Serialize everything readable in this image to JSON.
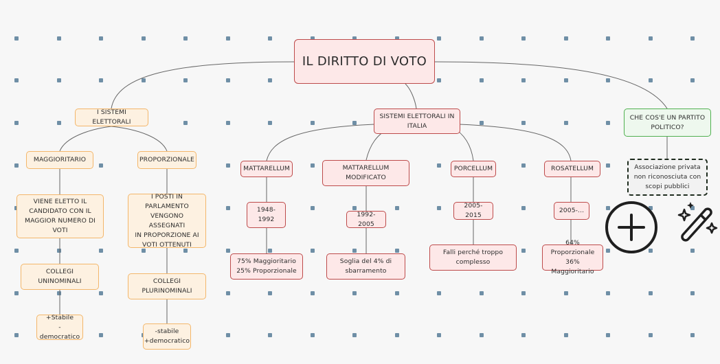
{
  "root": {
    "label": "IL DIRITTO DI VOTO"
  },
  "sistemi_elettorali": {
    "label": "I SISTEMI ELETTORALI",
    "maggioritario": {
      "label": "MAGGIORITARIO",
      "descrizione": "VIENE ELETTO IL\nCANDIDATO CON IL\nMAGGIOR NUMERO DI\nVOTI",
      "collegi": "COLLEGI\nUNINOMINALI",
      "note": "+Stabile\n-democratico"
    },
    "proporzionale": {
      "label": "PROPORZIONALE",
      "descrizione": "I POSTI IN\nPARLAMENTO\nVENGONO ASSEGNATI\nIN PROPORZIONE AI\nVOTI OTTENUTI",
      "collegi": "COLLEGI\nPLURINOMINALI",
      "note": "-stabile\n+democratico"
    }
  },
  "sistemi_italia": {
    "label": "SISTEMI ELETTORALI IN\nITALIA",
    "mattarellum": {
      "label": "MATTARELLUM",
      "anni": "1948-\n1992",
      "nota": "75% Maggioritario\n25% Proporzionale"
    },
    "mattarellum_modificato": {
      "label": "MATTARELLUM\nMODIFICATO",
      "anni": "1992-2005",
      "nota": "Soglia del 4% di\nsbarramento"
    },
    "porcellum": {
      "label": "PORCELLUM",
      "anni": "2005-2015",
      "nota": "Falli perché troppo\ncomplesso"
    },
    "rosatellum": {
      "label": "ROSATELLUM",
      "anni": "2005-...",
      "nota": "64% Proporzionale\n36% Maggioritario"
    }
  },
  "partito": {
    "label": "CHE COS'E UN PARTITO\nPOLITICO?",
    "risposta": "Associazione privata\nnon riconosciuta con\nscopi pubblici"
  },
  "toolbar": {
    "add_icon": "plus-circle-icon",
    "magic_icon": "magic-wand-icon"
  },
  "colors": {
    "orange_border": "#f3b66a",
    "orange_fill": "#fdf1e1",
    "red_border": "#bd4a4a",
    "red_fill": "#fde8e8",
    "green_border": "#4fb04f",
    "line": "#666666",
    "dot": "#6f8fa6"
  }
}
